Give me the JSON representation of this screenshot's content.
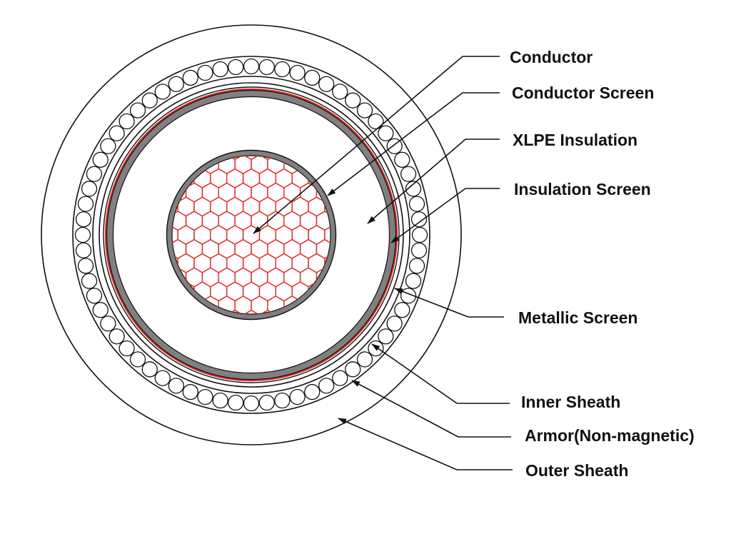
{
  "labels": {
    "conductor": "Conductor",
    "conductor_screen": "Conductor Screen",
    "xlpe_insulation": "XLPE Insulation",
    "insulation_screen": "Insulation Screen",
    "metallic_screen": "Metallic Screen",
    "inner_sheath": "Inner Sheath",
    "armor": "Armor(Non-magnetic)",
    "outer_sheath": "Outer Sheath"
  },
  "colors": {
    "outline": "#111111",
    "conductor_hex": "#e0302a",
    "copper_tape": "#d62a24",
    "semicon_grey": "#808080",
    "background": "#ffffff"
  }
}
